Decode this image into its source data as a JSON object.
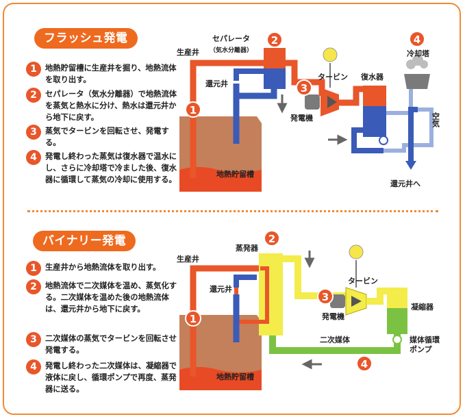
{
  "flash": {
    "title": "フラッシュ発電",
    "steps": [
      {
        "num": "1",
        "text": "地熱貯留槽に生産井を掘り、地熱流体を取り出す。"
      },
      {
        "num": "2",
        "text": "セパレータ（気水分離器）で地熱流体を蒸気と熱水に分け、熱水は還元井から地下に戻す。"
      },
      {
        "num": "3",
        "text": "蒸気でタービンを回転させ、発電する。"
      },
      {
        "num": "4",
        "text": "発電し終わった蒸気は復水器で温水にし、さらに冷却塔で冷ました後、復水器に循環して蒸気の冷却に使用する。"
      }
    ],
    "labels": {
      "production_well": "生産井",
      "separator": "セパレータ",
      "separator_sub": "（気水分離器）",
      "reinjection_well": "還元井",
      "turbine": "タービン",
      "condenser": "復水器",
      "cooling_tower": "冷却塔",
      "generator": "発電機",
      "air": "空気",
      "reservoir": "地熱貯留槽",
      "to_reinjection": "還元井へ"
    }
  },
  "binary": {
    "title": "バイナリー発電",
    "steps": [
      {
        "num": "1",
        "text": "生産井から地熱流体を取り出す。"
      },
      {
        "num": "2",
        "text": "地熱流体で二次媒体を温め、蒸気化する。二次媒体を温めた後の地熱流体は、還元井から地下に戻す。"
      },
      {
        "num": "3",
        "text": "二次媒体の蒸気でタービンを回転させ発電する。"
      },
      {
        "num": "4",
        "text": "発電し終わった二次媒体は、凝縮器で液体に戻し、循環ポンプで再度、蒸発器に送る。"
      }
    ],
    "labels": {
      "production_well": "生産井",
      "evaporator": "蒸発器",
      "reinjection_well": "還元井",
      "turbine": "タービン",
      "generator": "発電機",
      "condenser": "凝縮器",
      "secondary_medium": "二次媒体",
      "pump": "媒体循環",
      "pump2": "ポンプ",
      "reservoir": "地熱貯留槽"
    }
  },
  "colors": {
    "accent": "#ee6a1f",
    "frame": "#f08a33",
    "hot_fluid": "#e8562a",
    "cold_fluid": "#3a5bb8",
    "light_pipe": "#9bb0de",
    "ground": "#c4805a",
    "magma": "#e84a25",
    "secondary_yellow": "#f3ec4a",
    "secondary_green": "#7cc242"
  }
}
